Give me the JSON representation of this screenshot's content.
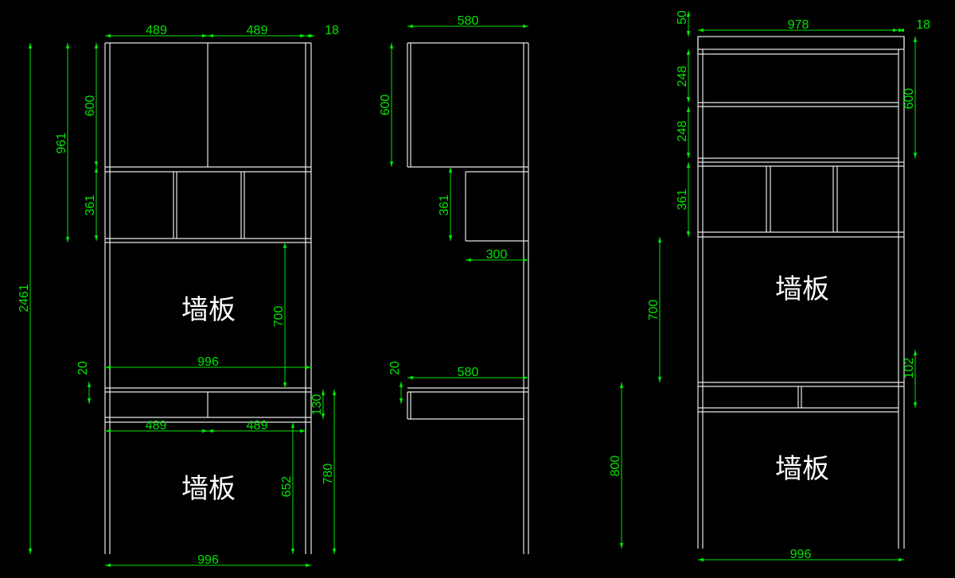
{
  "drawing": {
    "background": "#000000",
    "line_color": "#e8e8e8",
    "dimension_color": "#00e600",
    "wall_label": "墙板",
    "front_view": {
      "top_widths": [
        "489",
        "489",
        "18"
      ],
      "upper_door_height": "600",
      "upper_total_height": "961",
      "open_shelf_height": "361",
      "total_height": "2461",
      "wall_panel_height": "700",
      "desk_top_thickness": "20",
      "desk_width": "996",
      "drawer_height": "130",
      "drawer_widths": [
        "489",
        "489"
      ],
      "leg_clearance": "652",
      "desk_height": "780",
      "bottom_width": "996"
    },
    "side_view": {
      "top_depth": "580",
      "upper_height": "600",
      "shelf_height": "361",
      "shelf_depth": "300",
      "desk_top_thickness": "20",
      "desk_depth": "580"
    },
    "back_view": {
      "top_thickness": "50",
      "top_width": "978",
      "side_thickness": "18",
      "shelf_upper": "248",
      "shelf_lower": "248",
      "upper_height": "600",
      "open_shelf_height": "361",
      "wall_panel_height": "700",
      "drawer_height": "102",
      "desk_height": "800",
      "bottom_width": "996"
    }
  }
}
